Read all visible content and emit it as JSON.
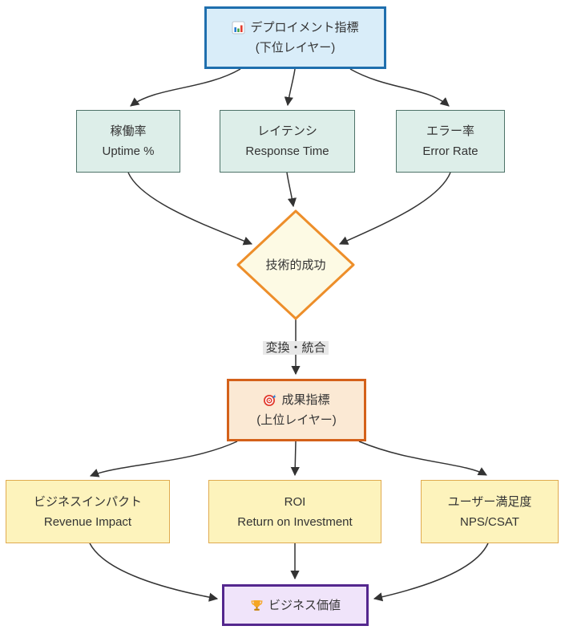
{
  "colors": {
    "canvas-bg": "#ffffff",
    "text": "#333333",
    "edge": "#333333",
    "blue-fill": "#d9edf9",
    "blue-border": "#1f6fae",
    "teal-fill": "#ddeee9",
    "teal-border": "#4d7268",
    "diamond-fill": "#fdfae4",
    "diamond-border": "#ed8e2a",
    "label-bg": "#e8e8e8",
    "orange-fill": "#fbe9d4",
    "orange-border": "#d4611a",
    "yellow-fill": "#fdf3bc",
    "yellow-border": "#e0aa4f",
    "purple-fill": "#f0e4fa",
    "purple-border": "#54278e",
    "icon-red": "#e23d2e",
    "icon-blue": "#2a7fd4",
    "icon-green": "#43a047",
    "icon-gold": "#f5a623",
    "icon-gold-dark": "#c57f00"
  },
  "nodes": {
    "deployment_metrics": {
      "line1": "デプロイメント指標",
      "line2": "(下位レイヤー)",
      "icon": "bar-chart-icon"
    },
    "uptime": {
      "line1": "稼働率",
      "line2": "Uptime %"
    },
    "latency": {
      "line1": "レイテンシ",
      "line2": "Response Time"
    },
    "error_rate": {
      "line1": "エラー率",
      "line2": "Error Rate"
    },
    "technical_success": {
      "label": "技術的成功"
    },
    "outcome_metrics": {
      "line1": "成果指標",
      "line2": "(上位レイヤー)",
      "icon": "target-icon"
    },
    "revenue_impact": {
      "line1": "ビジネスインパクト",
      "line2": "Revenue Impact"
    },
    "roi": {
      "line1": "ROI",
      "line2": "Return on Investment"
    },
    "user_satisfaction": {
      "line1": "ユーザー満足度",
      "line2": "NPS/CSAT"
    },
    "business_value": {
      "label": "ビジネス価値",
      "icon": "trophy-icon"
    }
  },
  "edge_labels": {
    "transform": "変換・統合"
  }
}
